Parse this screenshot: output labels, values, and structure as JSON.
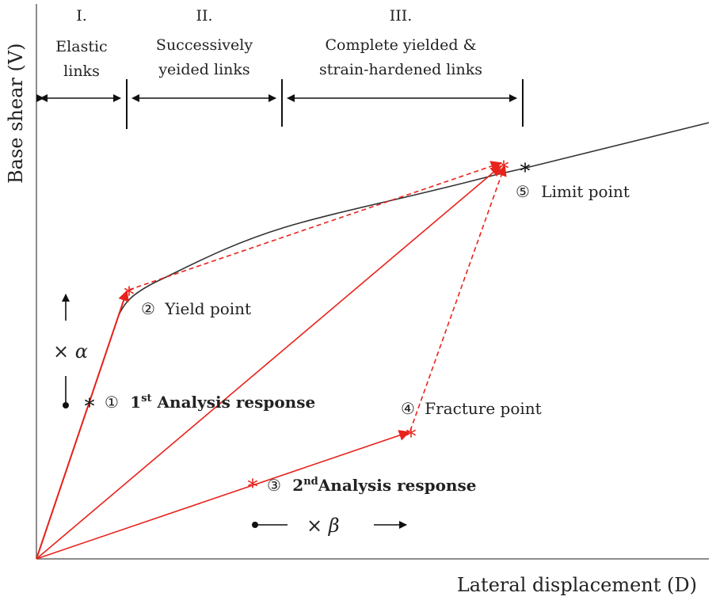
{
  "axes": {
    "y_title": "Base shear (V)",
    "x_title": "Lateral displacement (D)"
  },
  "phases": [
    {
      "numeral": "I.",
      "line1": "Elastic",
      "line2": "links"
    },
    {
      "numeral": "II.",
      "line1": "Successively",
      "line2": "yeided links"
    },
    {
      "numeral": "III.",
      "line1": "Complete yielded &",
      "line2": "strain-hardened links"
    }
  ],
  "points": {
    "p1": {
      "num": "①",
      "prefix": "1",
      "sup": "st",
      "text": " Analysis response"
    },
    "p2": {
      "num": "②",
      "text": "Yield point"
    },
    "p3": {
      "num": "③",
      "prefix": "2",
      "sup": "nd",
      "text": "Analysis response"
    },
    "p4": {
      "num": "④",
      "text": "Fracture point"
    },
    "p5": {
      "num": "⑤",
      "text": "Limit point"
    }
  },
  "factors": {
    "alpha": "× α",
    "beta": "× β"
  },
  "colors": {
    "capacity_curve": "#333333",
    "analysis": "#e8231c",
    "axis": "#555555"
  }
}
